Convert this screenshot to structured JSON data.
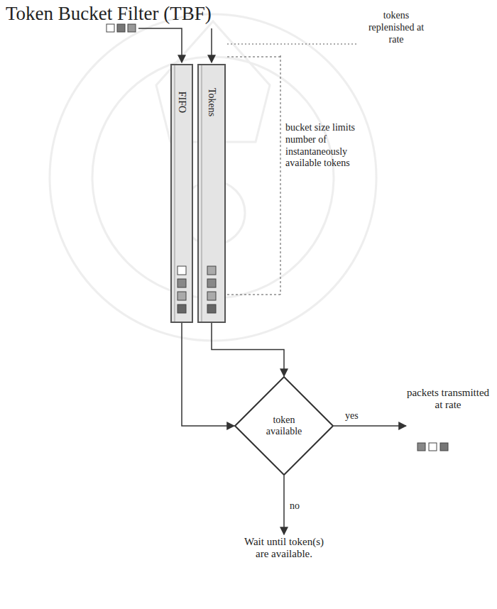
{
  "diagram": {
    "title": "Token Bucket Filter (TBF)",
    "nodes": [
      {
        "text": [
          "FIFO"
        ]
      },
      {
        "text": [
          "Tokens"
        ]
      },
      {
        "text": [
          "token available"
        ]
      },
      {
        "text": [
          "packets transmitted at rate"
        ]
      },
      {
        "text": [
          "Wait until token(s) are available."
        ]
      }
    ],
    "edges": [
      {
        "from": 0,
        "to": 2,
        "arrow": "to"
      },
      {
        "from": 1,
        "to": 2,
        "arrow": "to"
      },
      {
        "from": 2,
        "to": 3,
        "label": "yes",
        "arrow": "to"
      },
      {
        "from": 2,
        "to": 4,
        "label": "no",
        "arrow": "to"
      }
    ],
    "labels": [
      "tokens replenished at rate",
      "bucket size limits number of instantaneously available tokens"
    ]
  }
}
